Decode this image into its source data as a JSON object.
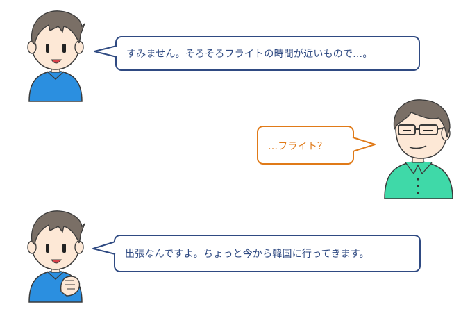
{
  "dialogue": [
    {
      "speaker": "young-man",
      "text": "すみません。そろそろフライトの時間が近いもので…。",
      "bubble_color": "#2f4a82",
      "text_color": "#2f4a82"
    },
    {
      "speaker": "older-man",
      "text": "…フライト？",
      "bubble_color": "#e07a18",
      "text_color": "#e07a18"
    },
    {
      "speaker": "young-man",
      "text": "出張なんですよ。ちょっと今から韓国に行ってきます。",
      "bubble_color": "#2f4a82",
      "text_color": "#2f4a82"
    }
  ],
  "colors": {
    "young_man_shirt": "#2b8fe0",
    "older_man_shirt": "#3fd9a8",
    "hair": "#7a6f66",
    "skin": "#fde8d6",
    "outline": "#3a3a3a"
  }
}
